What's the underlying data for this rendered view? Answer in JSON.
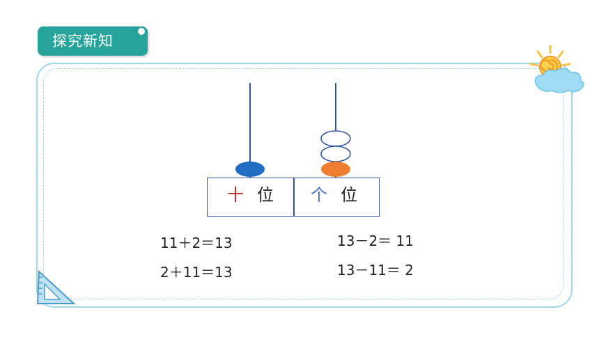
{
  "section_tag": "探究新知",
  "place_value": {
    "tens_char": "十",
    "ones_char": "个",
    "position_char": "位",
    "colors": {
      "tens": "#c0282b",
      "ones": "#4a72c9",
      "tens_bead": "#1f6cc1",
      "ones_bead": "#ef7d2f",
      "box": "#30529a"
    }
  },
  "abacus": {
    "tens_beads": 1,
    "ones_beads": 3,
    "ones_filled": 1
  },
  "equations": {
    "left": [
      "11＋2＝13",
      "2＋11＝13"
    ],
    "right": [
      "13－2＝ 11",
      "13－11＝ 2"
    ]
  }
}
